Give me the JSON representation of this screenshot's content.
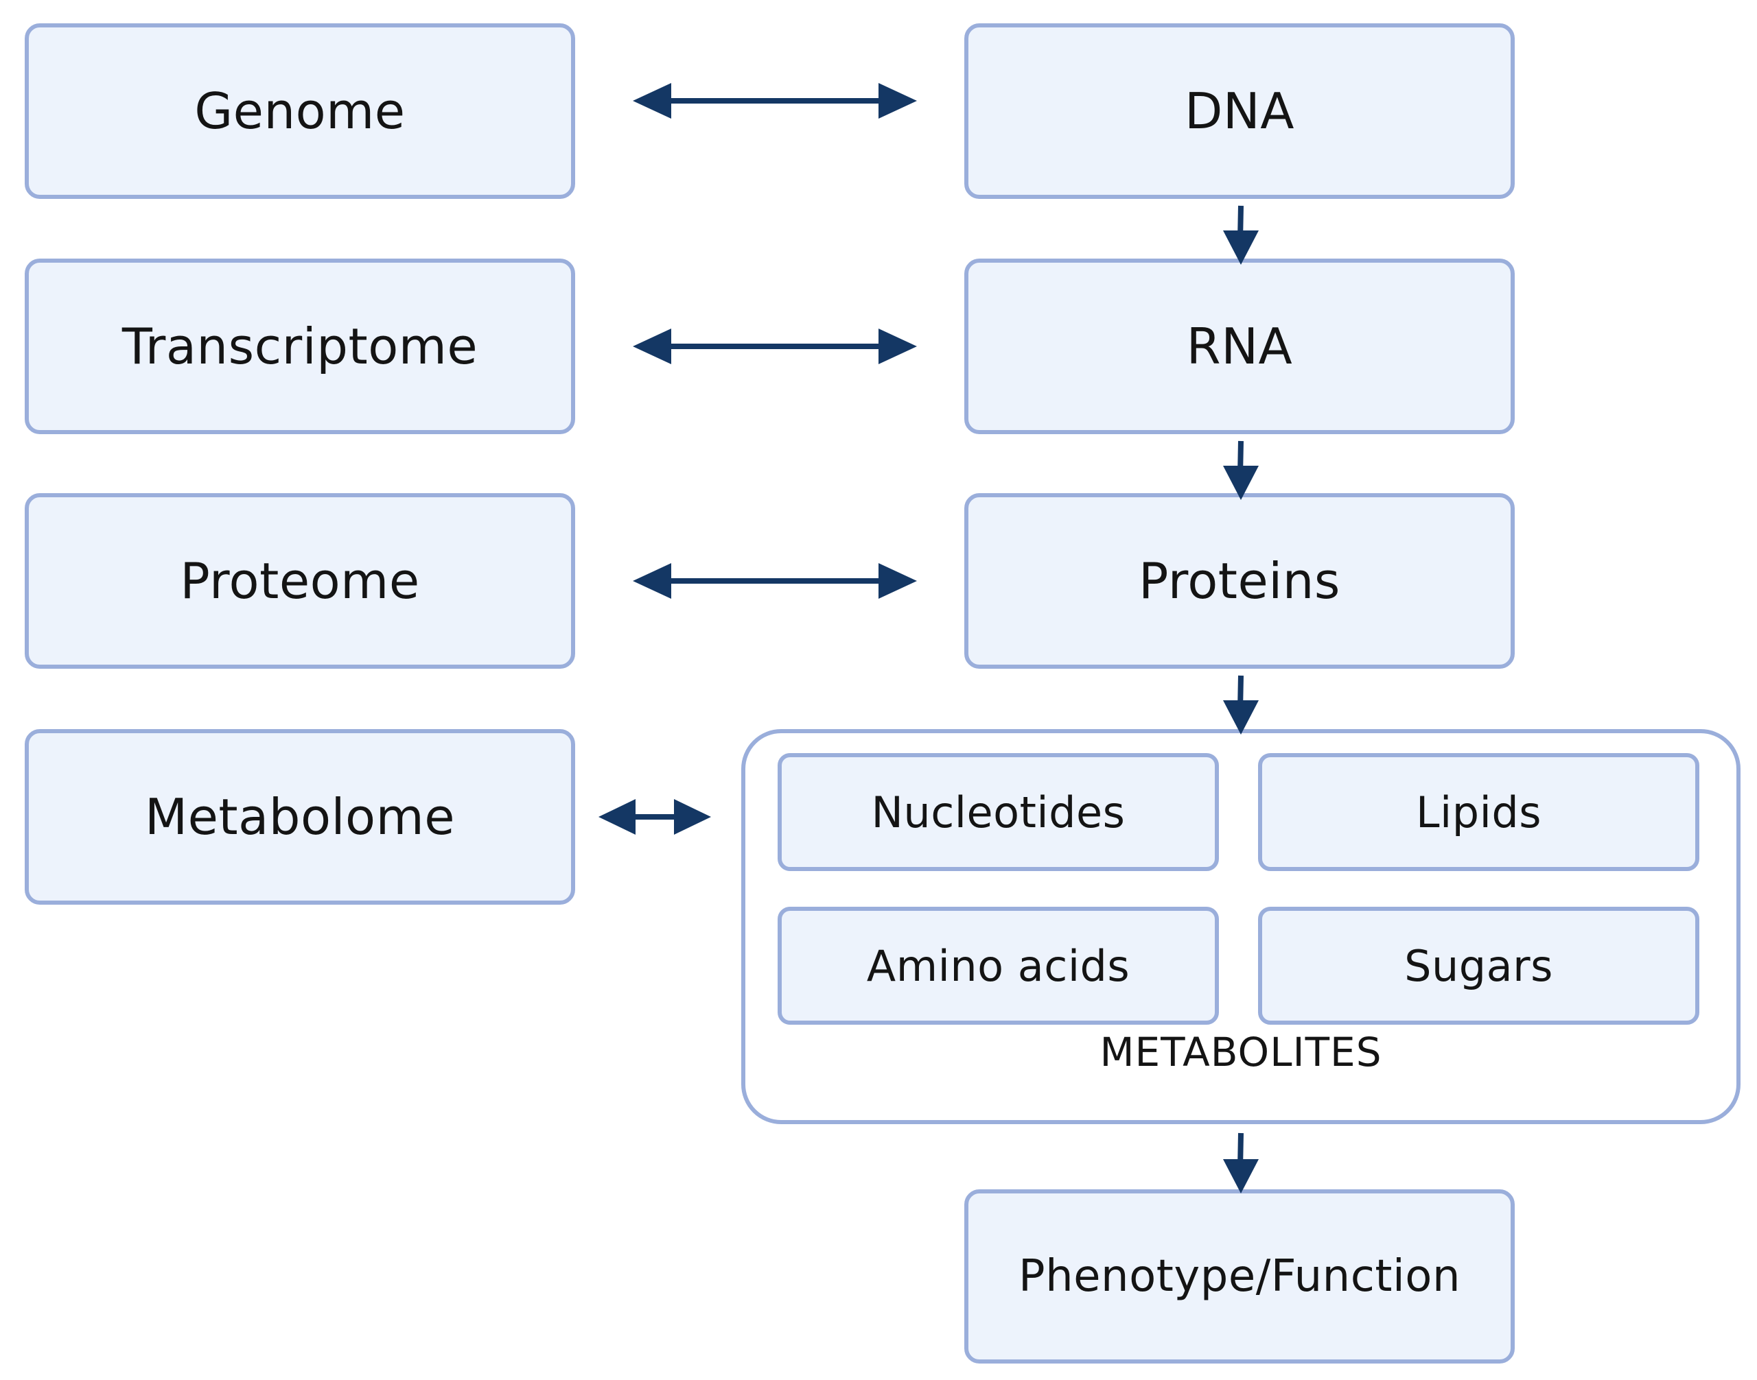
{
  "omics_layers": [
    {
      "label": "Genome"
    },
    {
      "label": "Transcriptome"
    },
    {
      "label": "Proteome"
    },
    {
      "label": "Metabolome"
    }
  ],
  "molecules": [
    {
      "label": "DNA"
    },
    {
      "label": "RNA"
    },
    {
      "label": "Proteins"
    }
  ],
  "metabolites": {
    "label": "METABOLITES",
    "items": [
      {
        "label": "Nucleotides"
      },
      {
        "label": "Lipids"
      },
      {
        "label": "Amino acids"
      },
      {
        "label": "Sugars"
      }
    ]
  },
  "outcome": {
    "label": "Phenotype/Function"
  },
  "colors": {
    "box_fill": "#edf3fc",
    "box_border": "#9aaedb",
    "arrow": "#143764",
    "text": "#141414"
  }
}
